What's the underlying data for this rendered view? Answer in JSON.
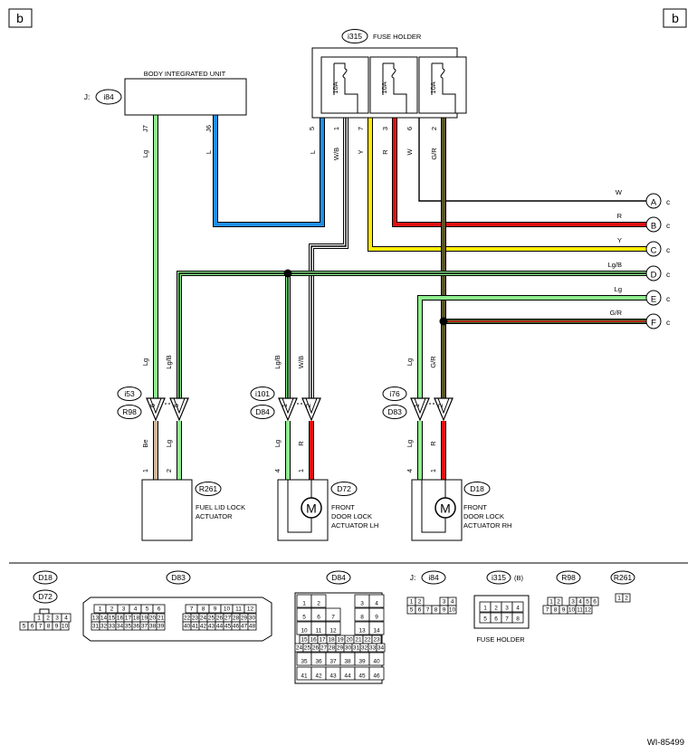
{
  "page": {
    "corner_tag_left": "b",
    "corner_tag_right": "b",
    "figure_id": "WI-85499"
  },
  "colors": {
    "Lg": "#8ef08e",
    "L": "#1e8fe6",
    "R": "#e01010",
    "Y": "#ffee00",
    "W": "#ffffff",
    "B": "#000000",
    "Be": "#d2b89c",
    "GR_green": "#2e6b2e"
  },
  "bcm": {
    "title": "BODY INTEGRATED UNIT",
    "prefix": "J:",
    "connector": "i84",
    "pins": [
      "J7",
      "J6"
    ]
  },
  "fuse_holder": {
    "connector": "i315",
    "title": "FUSE HOLDER",
    "fuses": [
      "10A",
      "10A",
      "10A"
    ],
    "pins": [
      "5",
      "1",
      "7",
      "3",
      "6",
      "2"
    ]
  },
  "wires": {
    "top_colors": [
      "Lg",
      "L",
      "L",
      "W/B",
      "Y",
      "R",
      "W",
      "G/R"
    ]
  },
  "busses": [
    {
      "letter": "A",
      "color": "W",
      "suffix": "c"
    },
    {
      "letter": "B",
      "color": "R",
      "suffix": "c"
    },
    {
      "letter": "C",
      "color": "Y",
      "suffix": "c"
    },
    {
      "letter": "D",
      "color": "Lg/B",
      "suffix": "c"
    },
    {
      "letter": "E",
      "color": "Lg",
      "suffix": "c"
    },
    {
      "letter": "F",
      "color": "G/R",
      "suffix": "c"
    }
  ],
  "junctions": [
    {
      "top": "i53",
      "bottom": "R98",
      "pins": [
        "6",
        "5"
      ],
      "upper_colors": [
        "Lg",
        "Lg/B"
      ],
      "lower_colors": [
        "Be",
        "Lg"
      ],
      "lower_pins": [
        "1",
        "2"
      ]
    },
    {
      "top": "i101",
      "bottom": "D84",
      "pins": [
        "1",
        "2"
      ],
      "upper_colors": [
        "Lg/B",
        "W/B"
      ],
      "lower_colors": [
        "Lg",
        "R"
      ],
      "lower_pins": [
        "4",
        "1"
      ]
    },
    {
      "top": "i76",
      "bottom": "D83",
      "pins": [
        "1",
        "2"
      ],
      "upper_colors": [
        "Lg",
        "G/R"
      ],
      "lower_colors": [
        "Lg",
        "R"
      ],
      "lower_pins": [
        "4",
        "1"
      ]
    }
  ],
  "actuators": [
    {
      "connector": "R261",
      "line1": "FUEL LID LOCK",
      "line2": "ACTUATOR",
      "line3": "",
      "motor": ""
    },
    {
      "connector": "D72",
      "line1": "FRONT",
      "line2": "DOOR LOCK",
      "line3": "ACTUATOR LH",
      "motor": "M"
    },
    {
      "connector": "D18",
      "line1": "FRONT",
      "line2": "DOOR LOCK",
      "line3": "ACTUATOR RH",
      "motor": "M"
    }
  ],
  "legend": {
    "d18": "D18",
    "d72": "D72",
    "d18_pins": [
      "1",
      "2",
      "3",
      "4",
      "5",
      "6",
      "7",
      "8",
      "9",
      "10"
    ],
    "d83": "D83",
    "d83_pins": [
      "1",
      "2",
      "3",
      "4",
      "5",
      "6",
      "7",
      "8",
      "9",
      "10",
      "11",
      "12",
      "13",
      "14",
      "15",
      "16",
      "17",
      "18",
      "19",
      "20",
      "21",
      "22",
      "23",
      "24",
      "25",
      "26",
      "27",
      "28",
      "29",
      "30",
      "31",
      "32",
      "33",
      "34",
      "35",
      "36",
      "37",
      "38",
      "39",
      "40",
      "41",
      "42",
      "43",
      "44",
      "45",
      "46",
      "47",
      "48"
    ],
    "d84": "D84",
    "d84_pins": [
      "1",
      "2",
      "3",
      "4",
      "5",
      "6",
      "7",
      "8",
      "9",
      "10",
      "11",
      "12",
      "13",
      "14",
      "15",
      "16",
      "17",
      "18",
      "19",
      "20",
      "21",
      "22",
      "23",
      "24",
      "25",
      "26",
      "27",
      "28",
      "29",
      "30",
      "31",
      "32",
      "33",
      "34",
      "35",
      "36",
      "37",
      "38",
      "39",
      "40",
      "41",
      "42",
      "43",
      "44",
      "45",
      "46"
    ],
    "i84_prefix": "J:",
    "i84": "i84",
    "i84_pins": [
      "1",
      "2",
      "3",
      "4",
      "5",
      "6",
      "7",
      "8",
      "9",
      "10"
    ],
    "i315": "i315",
    "i315_suffix": "(B)",
    "i315_pins": [
      "1",
      "2",
      "3",
      "4",
      "5",
      "6",
      "7",
      "8"
    ],
    "i315_caption": "FUSE HOLDER",
    "r98": "R98",
    "r98_pins": [
      "1",
      "2",
      "3",
      "4",
      "5",
      "6",
      "7",
      "8",
      "9",
      "10",
      "11",
      "12"
    ],
    "r261": "R261",
    "r261_pins": [
      "1",
      "2"
    ]
  }
}
